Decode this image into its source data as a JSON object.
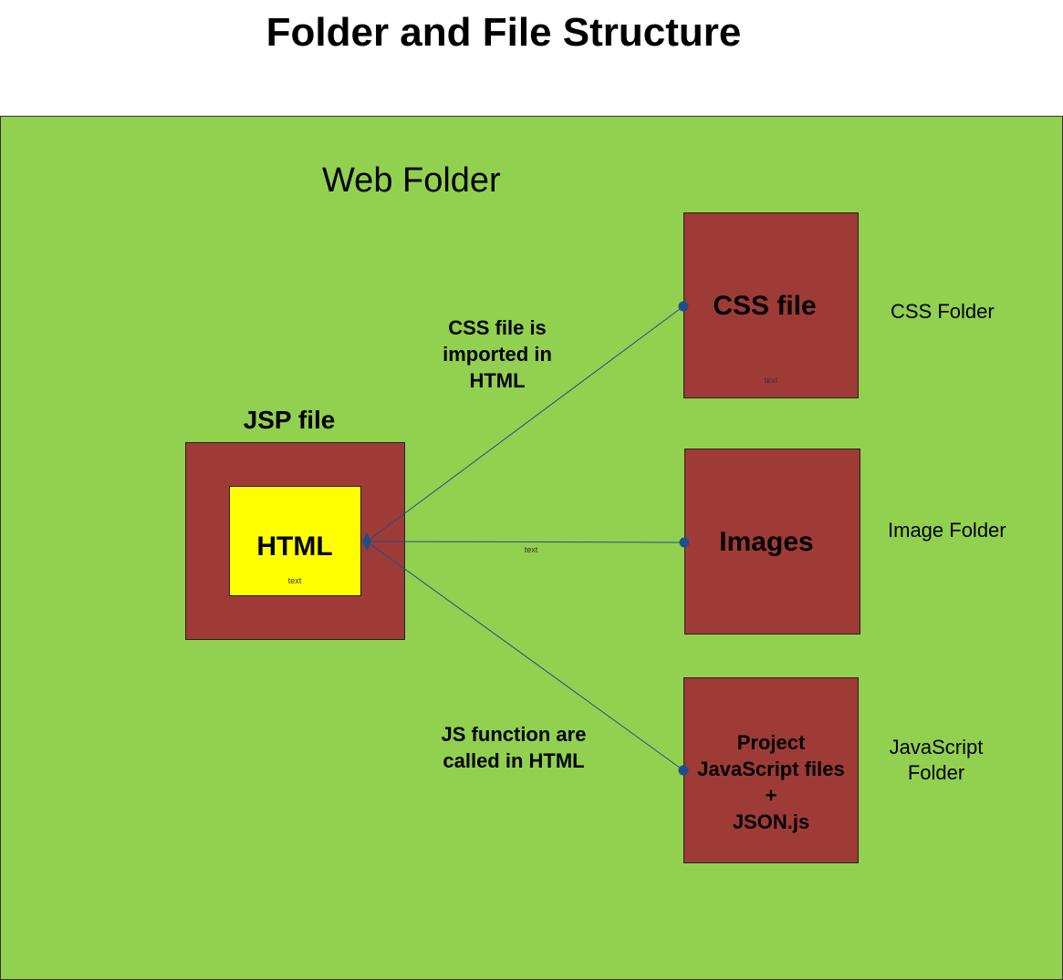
{
  "title": "Folder and File Structure",
  "container": {
    "label": "Web Folder"
  },
  "jsp": {
    "label": "JSP file",
    "inner": "HTML"
  },
  "nodes": {
    "css": {
      "label": "CSS file",
      "folder": "CSS Folder"
    },
    "images": {
      "label": "Images",
      "folder": "Image Folder"
    },
    "js": {
      "lines": [
        "Project",
        "JavaScript files",
        "+",
        "JSON.js"
      ],
      "folder_lines": [
        "JavaScript",
        "Folder"
      ]
    }
  },
  "edges": {
    "css_note": [
      "CSS file is",
      "imported in",
      "HTML"
    ],
    "js_note": [
      "JS function are",
      "called in HTML"
    ],
    "placeholder": "text"
  },
  "colors": {
    "background": "#92d050",
    "box": "#9e3b36",
    "html": "#ffff00",
    "connector": "#1f4e8c"
  }
}
